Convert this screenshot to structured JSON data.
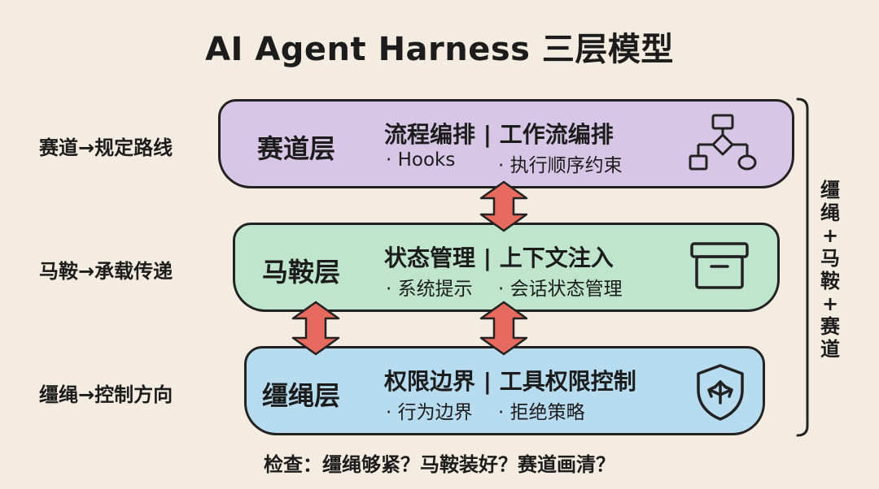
{
  "title": "AI Agent Harness 三层模型",
  "left_labels": [
    "赛道→规定路线",
    "马鞍→承载传递",
    "缰绳→控制方向"
  ],
  "layers": [
    {
      "name": "赛道层",
      "title": "流程编排 | 工作流编排",
      "bullets": [
        "· Hooks",
        "· 执行顺序约束"
      ],
      "color": "#d8c6e6",
      "icon": "flowchart-icon"
    },
    {
      "name": "马鞍层",
      "title": "状态管理 | 上下文注入",
      "bullets": [
        "· 系统提示",
        "· 会话状态管理"
      ],
      "color": "#bfe5cd",
      "icon": "archive-box-icon"
    },
    {
      "name": "缰绳层",
      "title": "权限边界 | 工具权限控制",
      "bullets": [
        "· 行为边界",
        "· 拒绝策略"
      ],
      "color": "#b8dcef",
      "icon": "shield-arrows-icon"
    }
  ],
  "right_vertical": [
    "缰",
    "绳",
    "+",
    "马",
    "鞍",
    "+",
    "赛",
    "道"
  ],
  "footer": "检查：缰绳够紧？马鞍装好？赛道画清？",
  "colors": {
    "arrow_fill": "#e76a5e",
    "background": "#f4ece0"
  }
}
